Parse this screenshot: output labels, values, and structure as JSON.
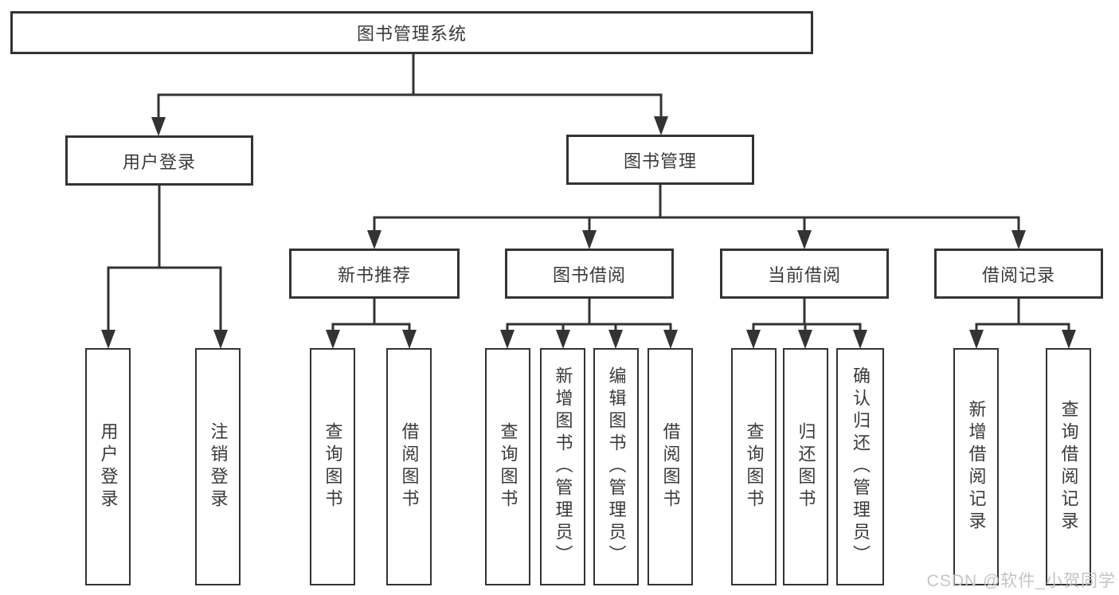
{
  "diagram": {
    "root": {
      "label": "图书管理系统"
    },
    "branches": [
      {
        "label": "用户登录",
        "children": [
          {
            "label": "用户登录"
          },
          {
            "label": "注销登录"
          }
        ]
      },
      {
        "label": "图书管理",
        "children": [
          {
            "label": "新书推荐",
            "children": [
              {
                "label": "查询图书"
              },
              {
                "label": "借阅图书"
              }
            ]
          },
          {
            "label": "图书借阅",
            "children": [
              {
                "label": "查询图书"
              },
              {
                "label": "新增图书（管理员）"
              },
              {
                "label": "编辑图书（管理员）"
              },
              {
                "label": "借阅图书"
              }
            ]
          },
          {
            "label": "当前借阅",
            "children": [
              {
                "label": "查询图书"
              },
              {
                "label": "归还图书"
              },
              {
                "label": "确认归还（管理员）"
              }
            ]
          },
          {
            "label": "借阅记录",
            "children": [
              {
                "label": "新增借阅记录"
              },
              {
                "label": "查询借阅记录"
              }
            ]
          }
        ]
      }
    ]
  },
  "watermark": {
    "text": "CSDN @软件_小贺同学",
    "color": "#c2c4c7"
  },
  "colors": {
    "line": "#333333",
    "box_border": "#333333",
    "text": "#3a3a3a",
    "background": "#ffffff"
  }
}
